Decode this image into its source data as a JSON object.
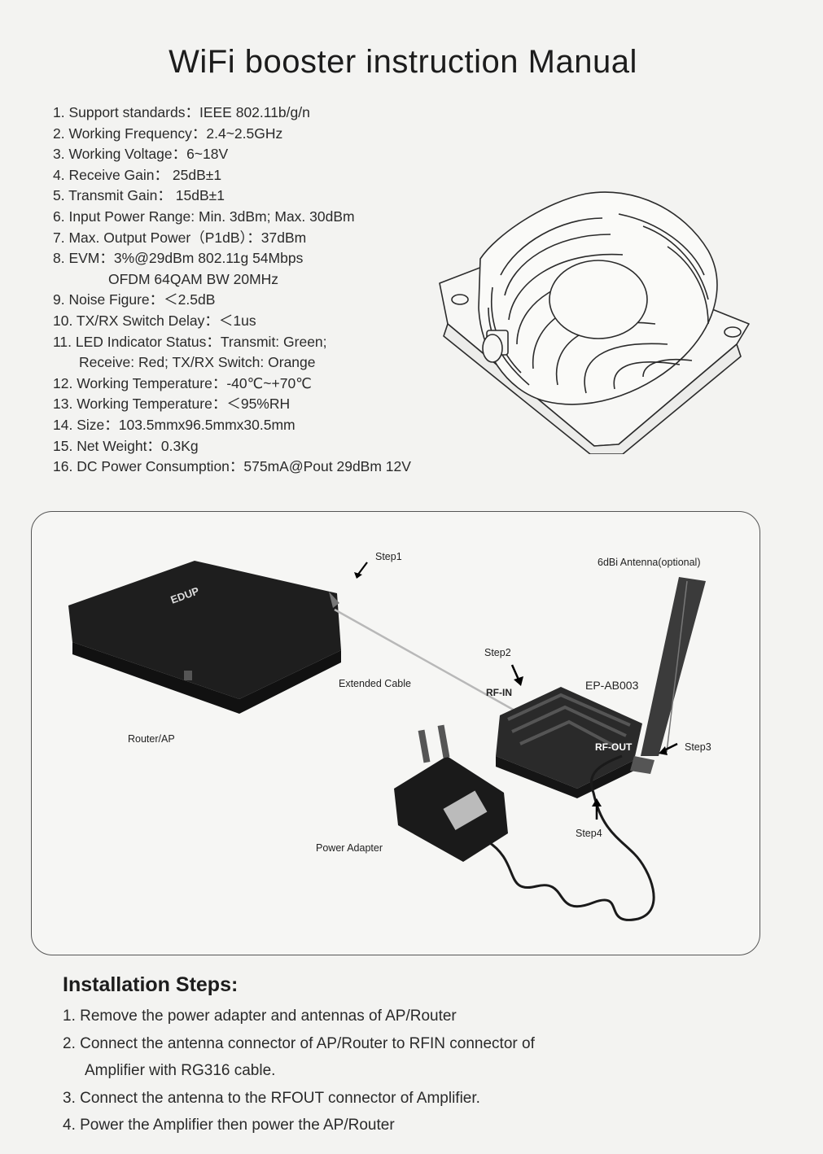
{
  "title": "WiFi booster instruction Manual",
  "specs": [
    "1. Support standards：IEEE 802.11b/g/n",
    "2. Working Frequency：2.4~2.5GHz",
    "3. Working Voltage：6~18V",
    "4. Receive Gain：  25dB±1",
    "5. Transmit Gain：  15dB±1",
    "6. Input Power Range: Min. 3dBm; Max. 30dBm",
    "7. Max. Output Power（P1dB）：37dBm",
    "8. EVM：3%@29dBm 802.11g 54Mbps",
    "OFDM 64QAM BW 20MHz",
    "9. Noise Figure：＜2.5dB",
    "10. TX/RX Switch Delay：＜1us",
    "11. LED Indicator Status：Transmit: Green;",
    "Receive: Red; TX/RX Switch: Orange",
    "12. Working Temperature：-40℃~+70℃",
    "13. Working Temperature：＜95%RH",
    "14. Size：103.5mmx96.5mmx30.5mm",
    "15. Net Weight：0.3Kg",
    "16. DC Power Consumption：575mA@Pout 29dBm 12V"
  ],
  "diagram": {
    "step1": "Step1",
    "antenna": "6dBi Antenna(optional)",
    "step2": "Step2",
    "extended_cable": "Extended Cable",
    "rf_in": "RF-IN",
    "model": "EP-AB003",
    "router": "Router/AP",
    "rf_out": "RF-OUT",
    "step3": "Step3",
    "step4": "Step4",
    "power_adapter": "Power Adapter",
    "router_brand": "EDUP"
  },
  "installation": {
    "title": "Installation Steps:",
    "steps": [
      "1. Remove the power adapter and antennas of AP/Router",
      "2. Connect the antenna connector of AP/Router to RFIN connector of",
      "Amplifier with RG316 cable.",
      "3. Connect the antenna to the RFOUT connector of Amplifier.",
      "4. Power the Amplifier then power the AP/Router"
    ]
  }
}
